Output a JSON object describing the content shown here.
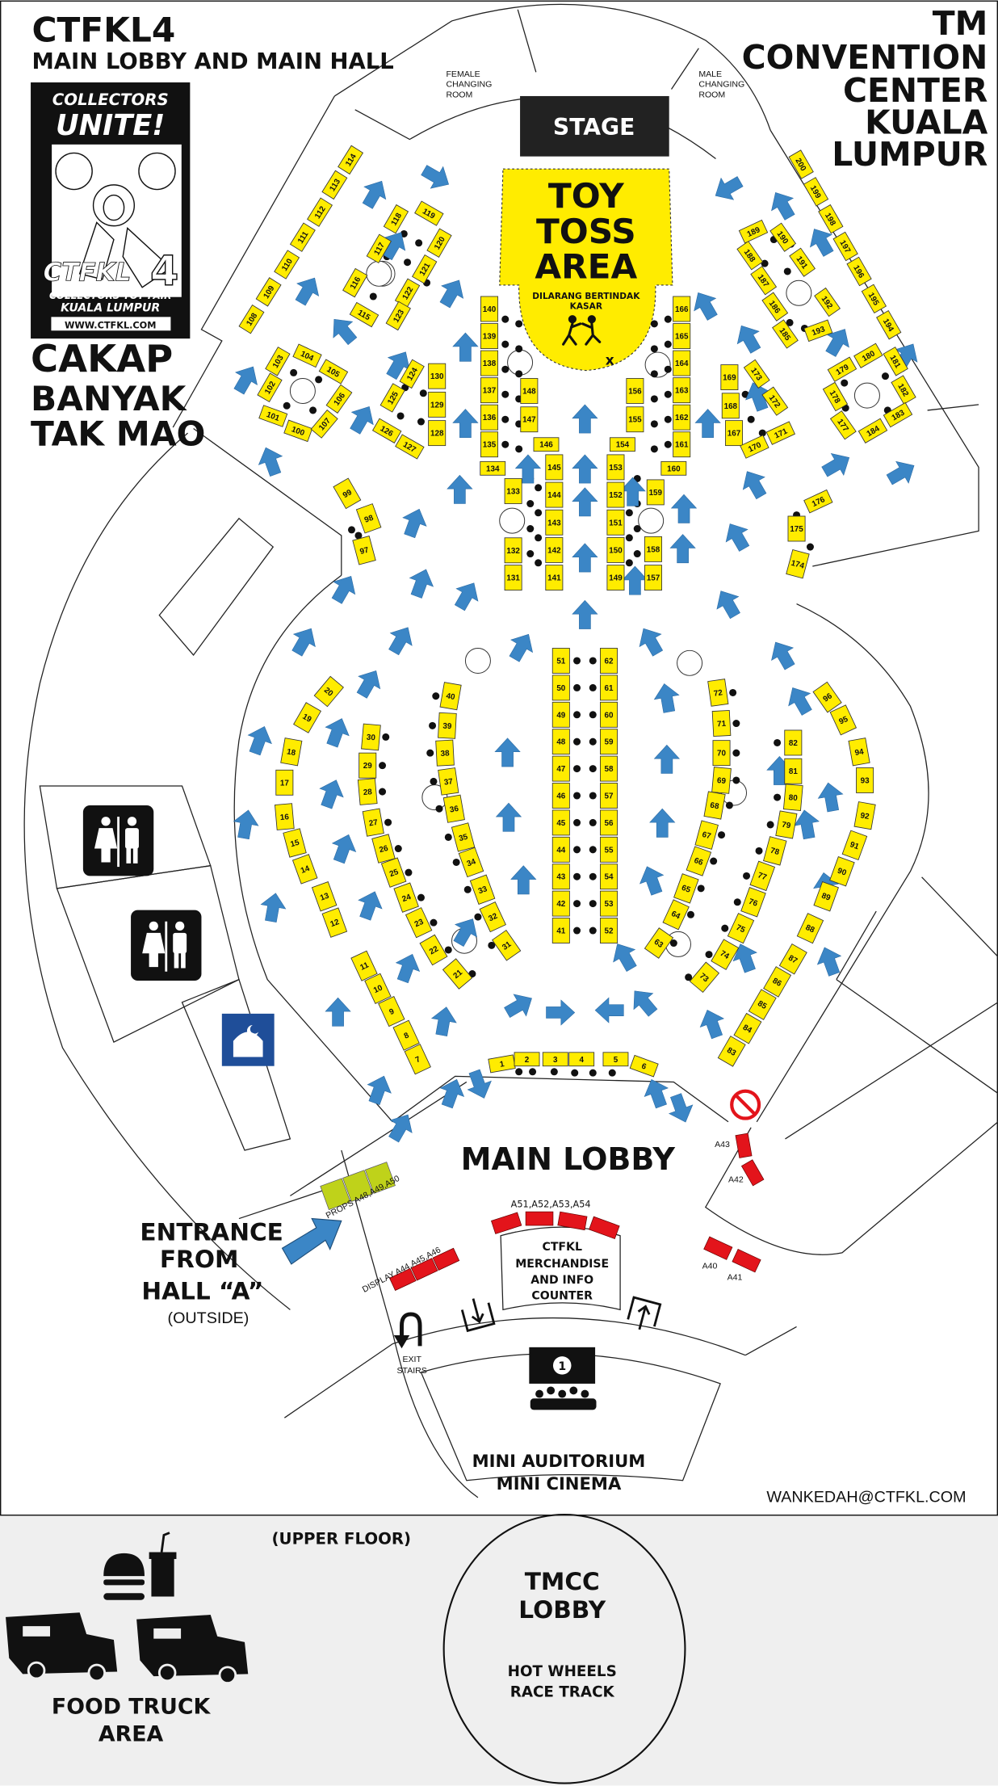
{
  "header": {
    "title": "CTFKL4",
    "subtitle": "MAIN LOBBY AND MAIN HALL",
    "venue": [
      "TM",
      "CONVENTION",
      "CENTER",
      "KUALA",
      "LUMPUR"
    ]
  },
  "logo": {
    "line1": "COLLECTORS",
    "line2": "UNITE!",
    "brand": "CTFKL",
    "edition": "4",
    "tagline1": "COLLECTORS TOY FAIR",
    "tagline2": "KUALA LUMPUR",
    "url": "WWW.CTFKL.COM"
  },
  "slogan": [
    "CAKAP",
    "BANYAK",
    "TAK MAO"
  ],
  "rooms": {
    "female_changing": [
      "FEMALE",
      "CHANGING",
      "ROOM"
    ],
    "male_changing": [
      "MALE",
      "CHANGING",
      "ROOM"
    ],
    "stage": "STAGE",
    "toy_toss": [
      "TOY",
      "TOSS",
      "AREA"
    ],
    "toy_toss_note": [
      "DILARANG BERTINDAK",
      "KASAR"
    ],
    "main_lobby": "MAIN LOBBY",
    "merch": [
      "CTFKL",
      "MERCHANDISE",
      "AND INFO",
      "COUNTER"
    ],
    "props": "PROPS A48,A49,A50",
    "display": "DISPLAY A44,A45,A46",
    "counter_booths": "A51,A52,A53,A54",
    "exit": [
      "EXIT",
      "STAIRS"
    ],
    "auditorium": [
      "MINI AUDITORIUM",
      "MINI CINEMA"
    ],
    "cinema_number": "1",
    "entrance": [
      "ENTRANCE",
      "FROM",
      "HALL “A”",
      "(OUTSIDE)"
    ],
    "contact": "WANKEDAH@CTFKL.COM"
  },
  "red_labels": {
    "a40": "A40",
    "a41": "A41",
    "a42": "A42",
    "a43": "A43"
  },
  "upper_floor": {
    "label": "(UPPER FLOOR)",
    "food": [
      "FOOD TRUCK",
      "AREA"
    ],
    "tmcc": [
      "TMCC",
      "LOBBY"
    ],
    "hotwheels": [
      "HOT WHEELS",
      "RACE TRACK"
    ]
  },
  "booth_groups": [
    {
      "id": "g1",
      "labels": [
        1,
        2,
        3,
        4,
        5,
        6
      ]
    },
    {
      "id": "g7",
      "labels": [
        7,
        8,
        9,
        10,
        11
      ]
    },
    {
      "id": "g12",
      "labels": [
        12,
        13,
        14,
        15,
        16,
        17,
        18,
        19,
        20
      ]
    },
    {
      "id": "g21",
      "labels": [
        21,
        22,
        23,
        24,
        25,
        26,
        27,
        28,
        29,
        30
      ]
    },
    {
      "id": "g31",
      "labels": [
        31,
        32,
        33,
        34,
        35,
        36,
        37,
        38,
        39,
        40
      ]
    },
    {
      "id": "g41",
      "labels": [
        41,
        42,
        43,
        44,
        45,
        46,
        47,
        48,
        49,
        50,
        51
      ]
    },
    {
      "id": "g52",
      "labels": [
        52,
        53,
        54,
        55,
        56,
        57,
        58,
        59,
        60,
        61,
        62
      ]
    },
    {
      "id": "g63",
      "labels": [
        63,
        64,
        65,
        66,
        67,
        68,
        69,
        70,
        71,
        72
      ]
    },
    {
      "id": "g73",
      "labels": [
        73,
        74,
        75,
        76,
        77,
        78,
        79,
        80,
        81,
        82
      ]
    },
    {
      "id": "g83",
      "labels": [
        83,
        84,
        85,
        86,
        87,
        88,
        89,
        90,
        91,
        92,
        93,
        94,
        95,
        96
      ]
    },
    {
      "id": "g97",
      "labels": [
        97,
        98,
        99
      ]
    },
    {
      "id": "g100",
      "labels": [
        100,
        101,
        102,
        103,
        104,
        105,
        106,
        107
      ]
    },
    {
      "id": "g108",
      "labels": [
        108,
        109,
        110,
        111,
        112,
        113,
        114
      ]
    },
    {
      "id": "g115",
      "labels": [
        115,
        116,
        117,
        118,
        119,
        120,
        121,
        122,
        123
      ]
    },
    {
      "id": "g124",
      "labels": [
        124,
        125,
        126,
        127,
        128,
        129,
        130
      ]
    },
    {
      "id": "g131",
      "labels": [
        131,
        132,
        133,
        134,
        135,
        136,
        137,
        138,
        139,
        140
      ]
    },
    {
      "id": "g141",
      "labels": [
        141,
        142,
        143,
        144,
        145,
        146,
        147,
        148
      ]
    },
    {
      "id": "g149",
      "labels": [
        149,
        150,
        151,
        152,
        153,
        154,
        155,
        156,
        157,
        158,
        159,
        160
      ]
    },
    {
      "id": "g161",
      "labels": [
        161,
        162,
        163,
        164,
        165,
        166
      ]
    },
    {
      "id": "g167",
      "labels": [
        167,
        168,
        169,
        170,
        171,
        172,
        173
      ]
    },
    {
      "id": "g174",
      "labels": [
        174,
        175,
        176
      ]
    },
    {
      "id": "g177",
      "labels": [
        177,
        178,
        179,
        180,
        181,
        182,
        183,
        184
      ]
    },
    {
      "id": "g185",
      "labels": [
        185,
        186,
        187,
        188,
        189,
        190,
        191,
        192,
        193
      ]
    },
    {
      "id": "g194",
      "labels": [
        194,
        195,
        196,
        197,
        198,
        199,
        200
      ]
    }
  ],
  "colors": {
    "booth": "#ffec00",
    "arrow": "#3b86c6",
    "reserved": "#e3141b",
    "props": "#bfd21a",
    "upper_floor_bg": "#efefef"
  }
}
